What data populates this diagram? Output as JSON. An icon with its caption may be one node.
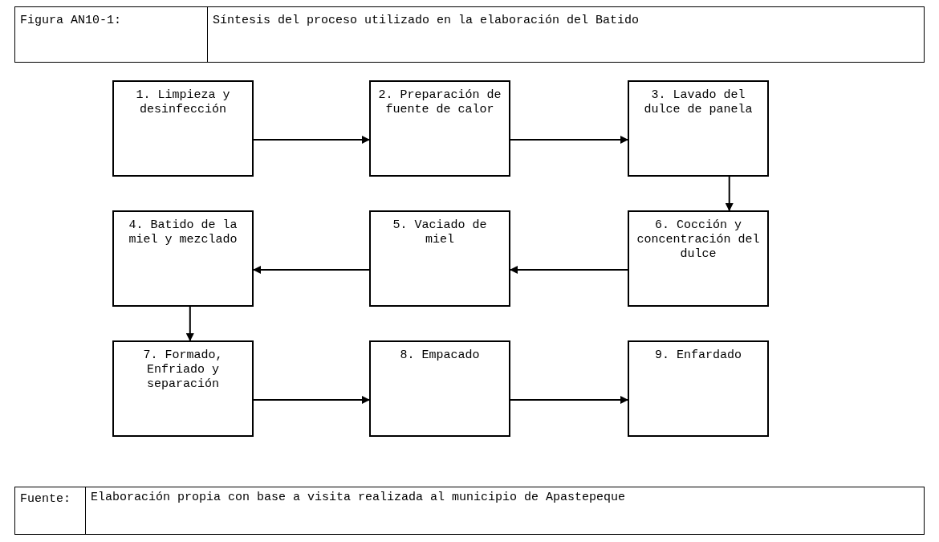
{
  "diagram": {
    "title": "Síntesis del proceso utilizado en la elaboración del Batido",
    "caption": "Elaboración propia con base a visita realizada al municipio de Apastepeque",
    "nodes": [
      {
        "text": [
          "1. Limpieza y desinfección"
        ]
      },
      {
        "text": [
          "2. Preparación de fuente de calor"
        ]
      },
      {
        "text": [
          "3. Lavado del dulce de panela"
        ]
      },
      {
        "text": [
          "4. Batido de la miel y mezclado"
        ]
      },
      {
        "text": [
          "5. Vaciado de miel"
        ]
      },
      {
        "text": [
          "6. Cocción y concentración del dulce"
        ]
      },
      {
        "text": [
          "7. Formado, Enfriado y separación"
        ]
      },
      {
        "text": [
          "8. Empacado"
        ]
      },
      {
        "text": [
          "9. Enfardado"
        ]
      }
    ],
    "edges": [
      {
        "from": 0,
        "to": 1,
        "arrow": "to"
      },
      {
        "from": 1,
        "to": 2,
        "arrow": "to"
      },
      {
        "from": 2,
        "to": 5,
        "arrow": "to"
      },
      {
        "from": 5,
        "to": 4,
        "arrow": "to"
      },
      {
        "from": 4,
        "to": 3,
        "arrow": "to"
      },
      {
        "from": 3,
        "to": 6,
        "arrow": "to"
      },
      {
        "from": 6,
        "to": 7,
        "arrow": "to"
      },
      {
        "from": 7,
        "to": 8,
        "arrow": "to"
      }
    ],
    "labels": [
      "Figura AN10-1:",
      "Fuente:"
    ]
  }
}
